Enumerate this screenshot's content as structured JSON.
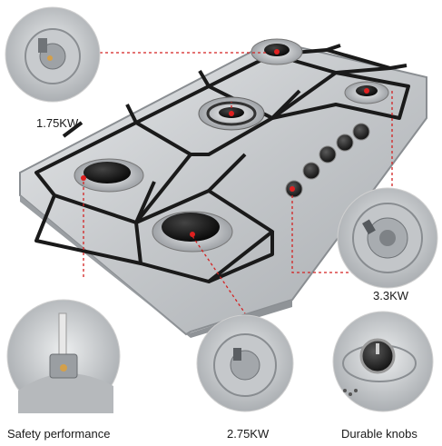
{
  "captions": {
    "top_left": "1.75KW",
    "right_mid": "3.3KW",
    "bottom_left": "Safety performance",
    "bottom_mid": "2.75KW",
    "bottom_right": "Durable knobs"
  },
  "colors": {
    "steel": "#c9ccce",
    "grate": "#1a1a1a",
    "burner_cap": "#111111",
    "callout_line": "#d32222"
  },
  "product": {
    "burners": 5,
    "knobs": 5
  }
}
